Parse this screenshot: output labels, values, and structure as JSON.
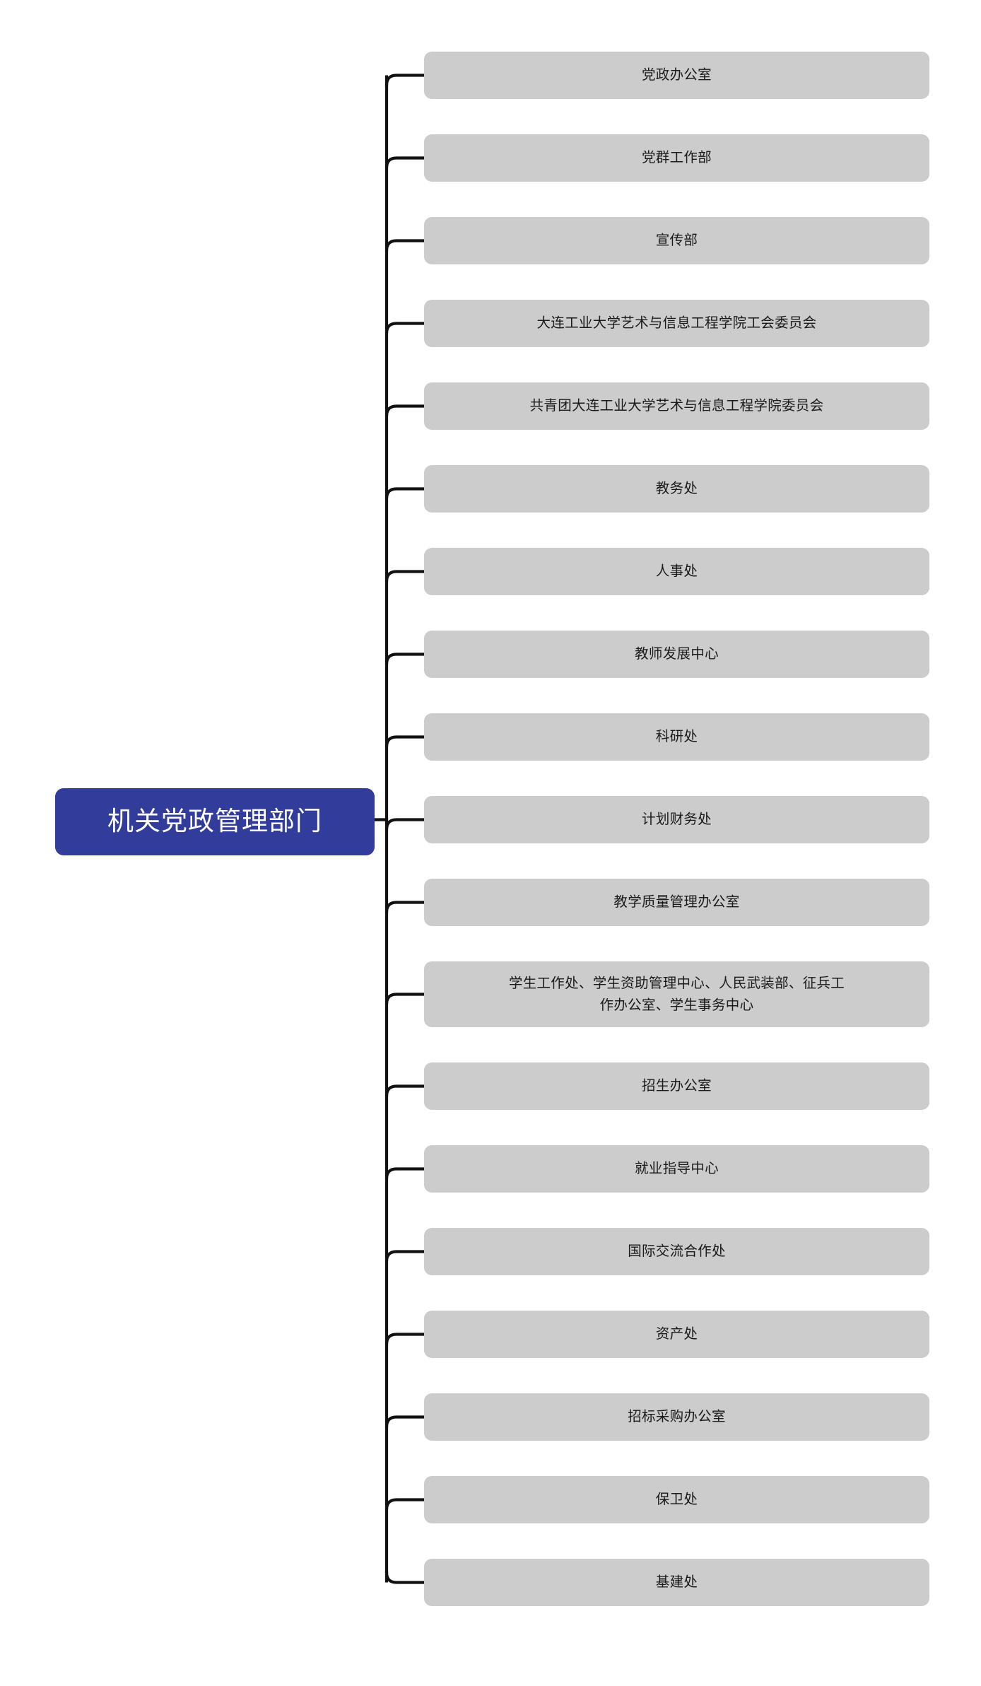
{
  "diagram": {
    "type": "organization-tree",
    "orientation": "left-root-right-children",
    "root": {
      "label": "机关党政管理部门",
      "color": "#323C9B",
      "text_color": "#FFFFFF"
    },
    "node_style": {
      "fill": "#CCCCCC",
      "text_color": "#1A1A1A",
      "connector_color": "#111111"
    },
    "children": [
      {
        "label": "党政办公室",
        "lines": [
          "党政办公室"
        ],
        "tall": false
      },
      {
        "label": "党群工作部",
        "lines": [
          "党群工作部"
        ],
        "tall": false
      },
      {
        "label": "宣传部",
        "lines": [
          "宣传部"
        ],
        "tall": false
      },
      {
        "label": "大连工业大学艺术与信息工程学院工会委员会",
        "lines": [
          "大连工业大学艺术与信息工程学院工会委员会"
        ],
        "tall": false
      },
      {
        "label": "共青团大连工业大学艺术与信息工程学院委员会",
        "lines": [
          "共青团大连工业大学艺术与信息工程学院委员会"
        ],
        "tall": false
      },
      {
        "label": "教务处",
        "lines": [
          "教务处"
        ],
        "tall": false
      },
      {
        "label": "人事处",
        "lines": [
          "人事处"
        ],
        "tall": false
      },
      {
        "label": "教师发展中心",
        "lines": [
          "教师发展中心"
        ],
        "tall": false
      },
      {
        "label": "科研处",
        "lines": [
          "科研处"
        ],
        "tall": false
      },
      {
        "label": "计划财务处",
        "lines": [
          "计划财务处"
        ],
        "tall": false
      },
      {
        "label": "教学质量管理办公室",
        "lines": [
          "教学质量管理办公室"
        ],
        "tall": false
      },
      {
        "label": "学生工作处、学生资助管理中心、人民武装部、征兵工作办公室、学生事务中心",
        "lines": [
          "学生工作处、学生资助管理中心、人民武装部、征兵工",
          "作办公室、学生事务中心"
        ],
        "tall": true
      },
      {
        "label": "招生办公室",
        "lines": [
          "招生办公室"
        ],
        "tall": false
      },
      {
        "label": "就业指导中心",
        "lines": [
          "就业指导中心"
        ],
        "tall": false
      },
      {
        "label": "国际交流合作处",
        "lines": [
          "国际交流合作处"
        ],
        "tall": false
      },
      {
        "label": "资产处",
        "lines": [
          "资产处"
        ],
        "tall": false
      },
      {
        "label": "招标采购办公室",
        "lines": [
          "招标采购办公室"
        ],
        "tall": false
      },
      {
        "label": "保卫处",
        "lines": [
          "保卫处"
        ],
        "tall": false
      },
      {
        "label": "基建处",
        "lines": [
          "基建处"
        ],
        "tall": false
      }
    ]
  }
}
